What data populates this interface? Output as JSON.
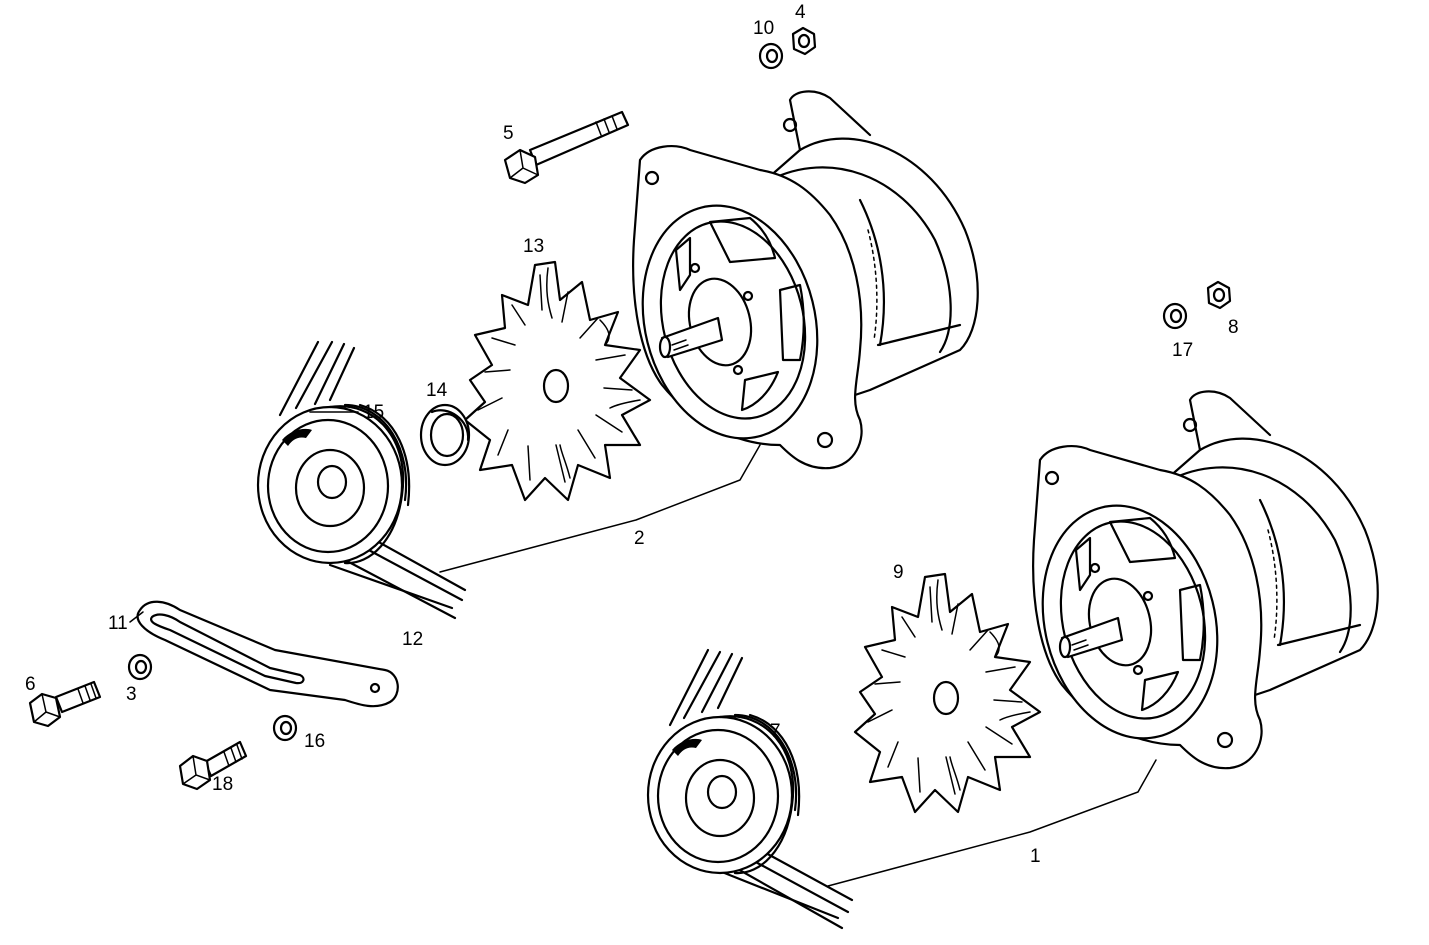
{
  "labels": {
    "p1": "1",
    "p2": "2",
    "p3": "3",
    "p4": "4",
    "p5": "5",
    "p6": "6",
    "p7": "7",
    "p8": "8",
    "p9": "9",
    "p10": "10",
    "p11": "11",
    "p12": "12",
    "p13": "13",
    "p14": "14",
    "p15": "15",
    "p16": "16",
    "p17": "17",
    "p18": "18"
  },
  "icons": {
    "alternator": "alternator-icon",
    "fan": "cooling-fan-icon",
    "pulley": "v-belt-pulley-icon",
    "bolt": "hex-bolt-icon",
    "nut": "hex-nut-icon",
    "washer": "washer-icon",
    "bracket": "slotted-bracket-icon"
  },
  "colors": {
    "ink": "#000000",
    "paper": "#ffffff"
  }
}
